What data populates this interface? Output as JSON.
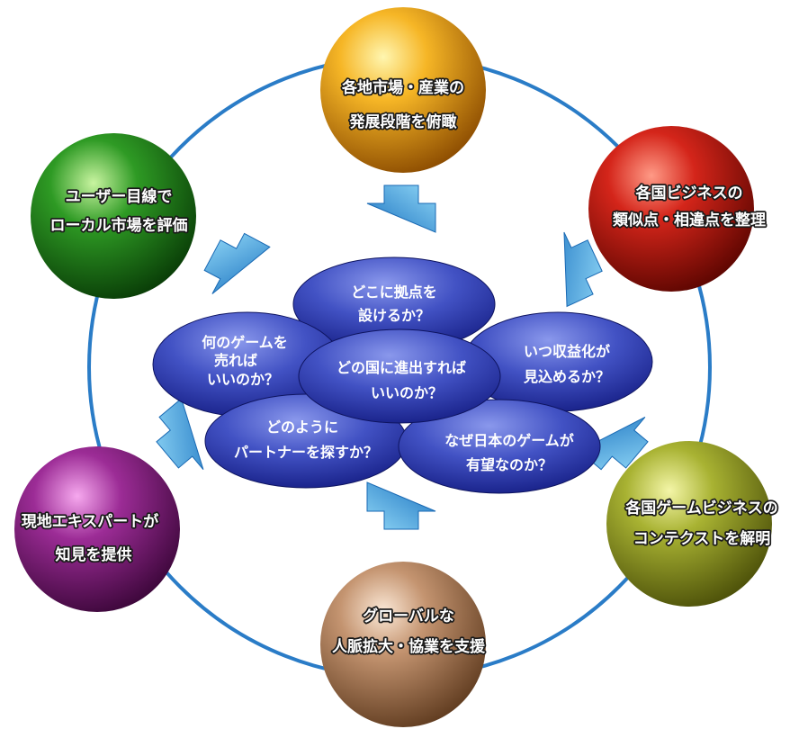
{
  "colors": {
    "ring": "#2a7cc7",
    "arrow_light": "#6cc4f0",
    "arrow_dark": "#1f7cc8",
    "ellipse_light": "#5d6cd6",
    "ellipse_dark": "#1a2290"
  },
  "spheres": [
    {
      "line1": "各地市場・産業の",
      "line2": "発展段階を俯瞰",
      "color": "orange"
    },
    {
      "line1": "各国ビジネスの",
      "line2": "類似点・相違点を整理",
      "color": "red"
    },
    {
      "line1": "各国ゲームビジネスの",
      "line2": "コンテクストを解明",
      "color": "olive"
    },
    {
      "line1": "グローバルな",
      "line2": "人脈拡大・協業を支援",
      "color": "tan"
    },
    {
      "line1": "現地エキスパートが",
      "line2": "知見を提供",
      "color": "purple"
    },
    {
      "line1": "ユーザー目線で",
      "line2": "ローカル市場を評価",
      "color": "green"
    }
  ],
  "questions": [
    {
      "line1": "どこに拠点を",
      "line2": "設けるか？"
    },
    {
      "line1": "何のゲームを",
      "line2": "売れば",
      "line3": "いいのか？"
    },
    {
      "line1": "いつ収益化が",
      "line2": "見込めるか？"
    },
    {
      "line1": "どの国に進出すれば",
      "line2": "いいのか？"
    },
    {
      "line1": "どのように",
      "line2": "パートナーを探すか？"
    },
    {
      "line1": "なぜ日本のゲームが",
      "line2": "有望なのか？"
    }
  ]
}
